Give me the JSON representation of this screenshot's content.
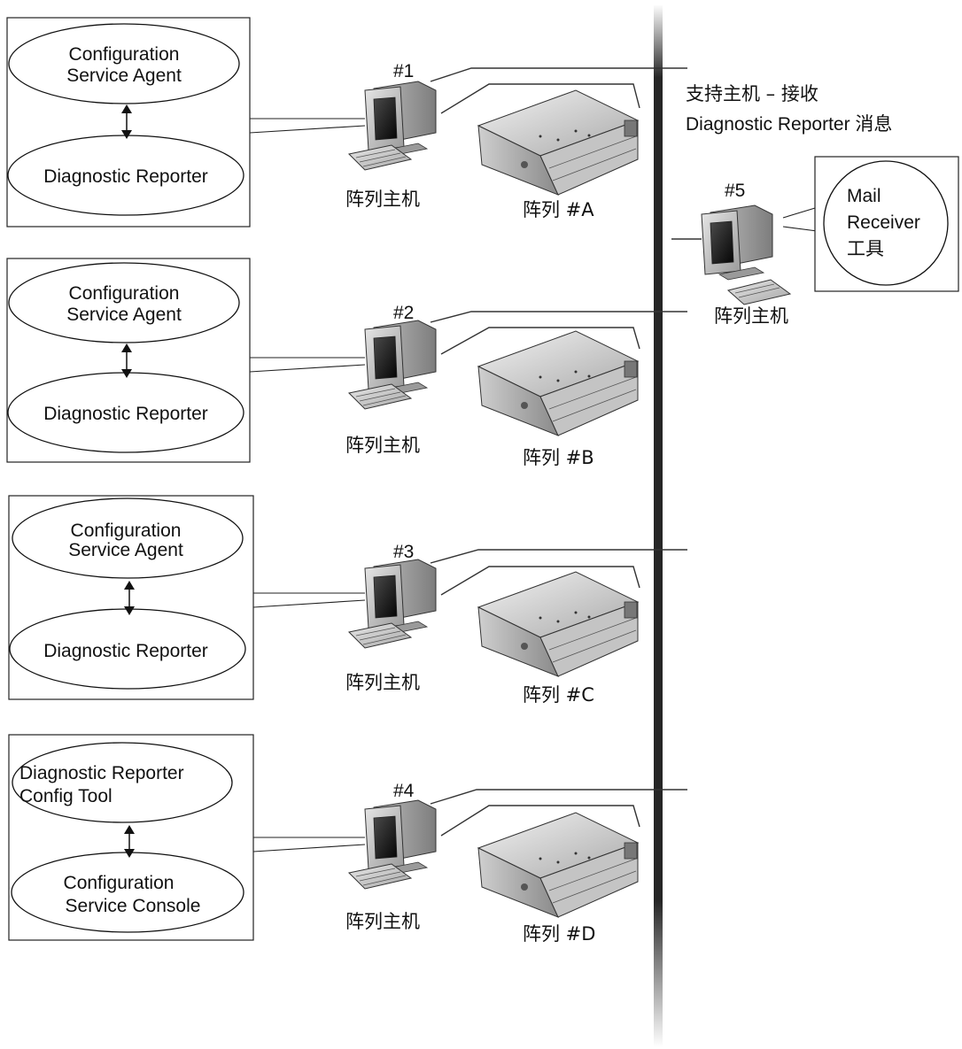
{
  "backbone": {
    "label_line1": "支持主机 – 接收",
    "label_line2": "Diagnostic Reporter 消息"
  },
  "hosts": [
    {
      "number": "#1",
      "host_label": "阵列主机",
      "array_label": "阵列 #A",
      "panel_top_line1": "Configuration",
      "panel_top_line2": "Service Agent",
      "panel_bottom_line1": "Diagnostic Reporter",
      "panel_bottom_line2": ""
    },
    {
      "number": "#2",
      "host_label": "阵列主机",
      "array_label": "阵列 #B",
      "panel_top_line1": "Configuration",
      "panel_top_line2": "Service Agent",
      "panel_bottom_line1": "Diagnostic Reporter",
      "panel_bottom_line2": ""
    },
    {
      "number": "#3",
      "host_label": "阵列主机",
      "array_label": "阵列 #C",
      "panel_top_line1": "Configuration",
      "panel_top_line2": "Service Agent",
      "panel_bottom_line1": "Diagnostic Reporter",
      "panel_bottom_line2": ""
    },
    {
      "number": "#4",
      "host_label": "阵列主机",
      "array_label": "阵列 #D",
      "panel_top_line1": "Diagnostic Reporter",
      "panel_top_line2": "Config Tool",
      "panel_bottom_line1": "Configuration",
      "panel_bottom_line2": "Service Console"
    }
  ],
  "support_host": {
    "number": "#5",
    "host_label": "阵列主机",
    "tool_line1": "Mail",
    "tool_line2": "Receiver",
    "tool_line3": "工具"
  }
}
